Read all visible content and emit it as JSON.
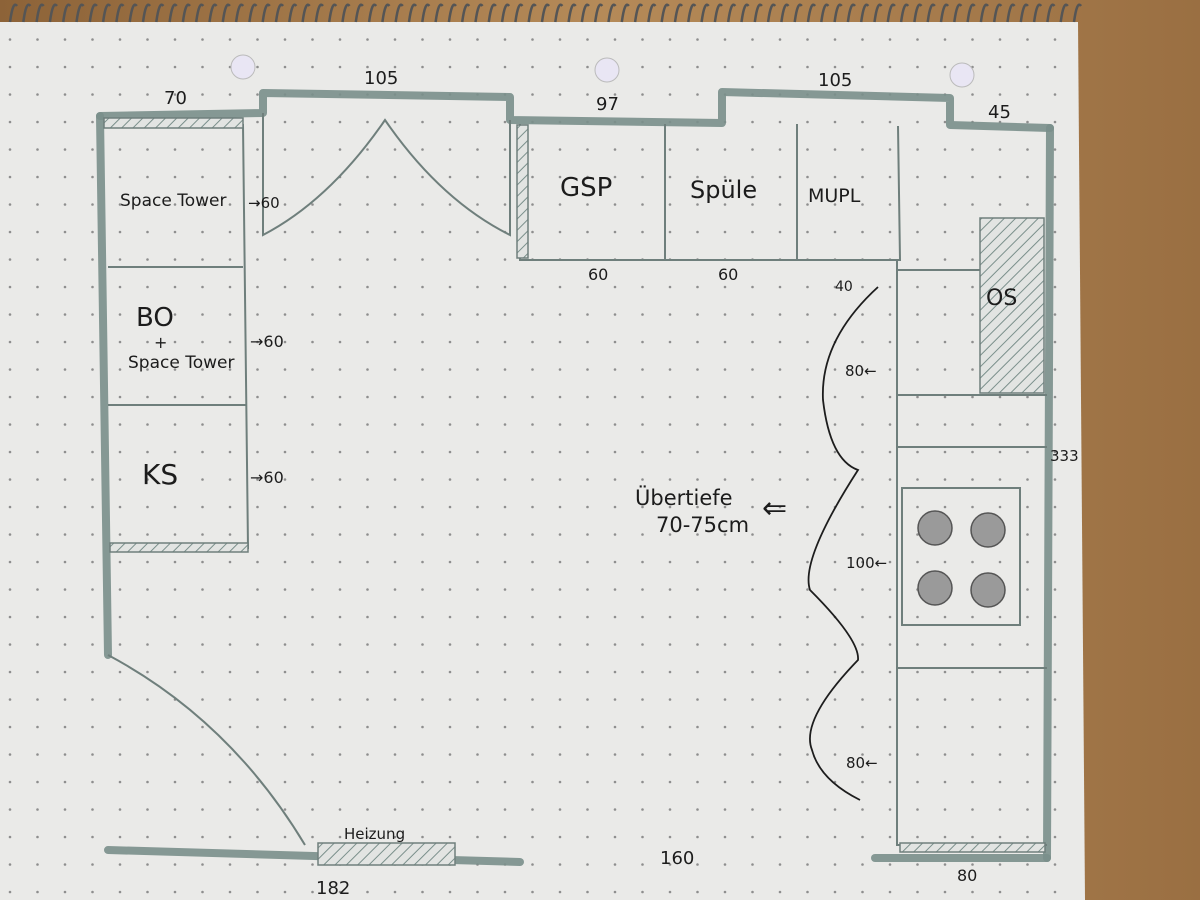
{
  "plan": {
    "dimensions": {
      "top_left": "70",
      "top_door": "105",
      "top_middle": "97",
      "top_window": "105",
      "top_right": "45",
      "gsp_depth": "60",
      "sink_depth": "60",
      "mupl_gap": "40",
      "right_wall": "333",
      "gap_top": "80←",
      "gap_middle": "100←",
      "gap_bottom": "80←",
      "bottom_middle": "160",
      "bottom_left": "182",
      "bottom_right": "80",
      "left_depth_1": "→60",
      "left_depth_2": "→60",
      "left_depth_3": "→60"
    },
    "cabinets": {
      "space_tower": "Space Tower",
      "bo": "BO",
      "plus": "+",
      "bo_space_tower": "Space Tower",
      "ks": "KS",
      "gsp": "GSP",
      "spuele": "Spüle",
      "mupl": "MUPL",
      "os": "OS"
    },
    "heater": "Heizung",
    "note_line1": "Übertiefe",
    "note_line2": "70-75cm",
    "note_arrow": "⇐"
  },
  "colors": {
    "wall": "#7a8f8b",
    "paper": "#eaeae8",
    "wood": "#a77a4c"
  }
}
